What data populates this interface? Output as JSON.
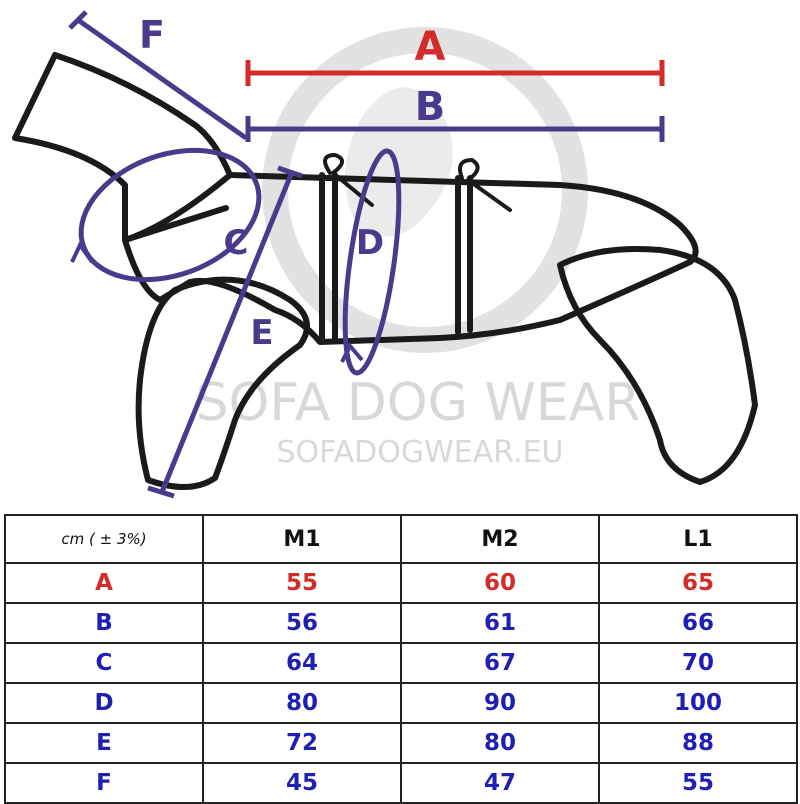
{
  "diagram": {
    "watermark_brand": "SOFA DOG WEAR",
    "watermark_url": "SOFADOGWEAR.EU",
    "labels": {
      "A": "A",
      "B": "B",
      "C": "C",
      "D": "D",
      "E": "E",
      "F": "F"
    },
    "colors": {
      "red": "#d42a2a",
      "purple": "#4b3a8c",
      "outline": "#1a1a1a",
      "watermark": "#d8d8d8"
    }
  },
  "table": {
    "unit": "cm ( ± 3%)",
    "sizes": [
      "M1",
      "M2",
      "L1"
    ],
    "rows": [
      {
        "label": "A",
        "color": "#d42a2a",
        "values": [
          "55",
          "60",
          "65"
        ]
      },
      {
        "label": "B",
        "color": "#1f1fb4",
        "values": [
          "56",
          "61",
          "66"
        ]
      },
      {
        "label": "C",
        "color": "#1f1fb4",
        "values": [
          "64",
          "67",
          "70"
        ]
      },
      {
        "label": "D",
        "color": "#1f1fb4",
        "values": [
          "80",
          "90",
          "100"
        ]
      },
      {
        "label": "E",
        "color": "#1f1fb4",
        "values": [
          "72",
          "80",
          "88"
        ]
      },
      {
        "label": "F",
        "color": "#1f1fb4",
        "values": [
          "45",
          "47",
          "55"
        ]
      }
    ]
  }
}
